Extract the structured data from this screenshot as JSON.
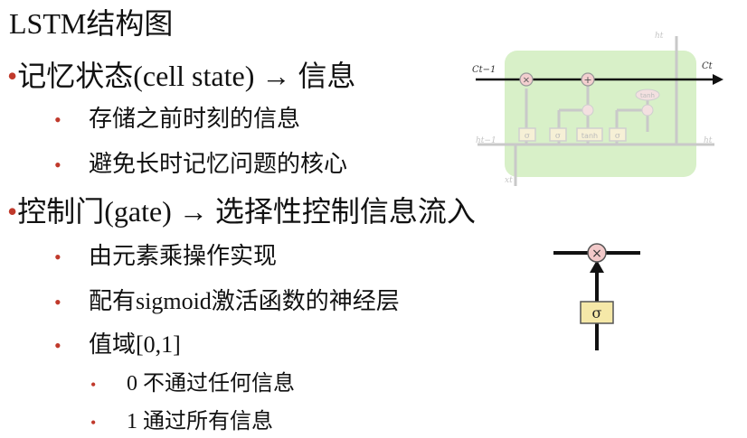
{
  "title": "LSTM结构图",
  "items": [
    {
      "level": 1,
      "bullet": "•",
      "text": "记忆状态(cell state) → 信息"
    },
    {
      "level": 2,
      "bullet": "•",
      "text": "存储之前时刻的信息"
    },
    {
      "level": 2,
      "bullet": "•",
      "text": "避免长时记忆问题的核心"
    },
    {
      "level": 1,
      "bullet": "•",
      "text": "控制门(gate) → 选择性控制信息流入"
    },
    {
      "level": 2,
      "bullet": "•",
      "text": "由元素乘操作实现"
    },
    {
      "level": 2,
      "bullet": "•",
      "text": "配有sigmoid激活函数的神经层"
    },
    {
      "level": 2,
      "bullet": "•",
      "text": "值域[0,1]"
    },
    {
      "level": 3,
      "bullet": "•",
      "text": "0 不通过任何信息"
    },
    {
      "level": 3,
      "bullet": "•",
      "text": "1 通过所有信息"
    }
  ],
  "lstm_diagram": {
    "labels": {
      "c_prev": "Ct−1",
      "c_next": "Ct",
      "h_prev": "ht−1",
      "h_next": "ht",
      "h_top": "ht",
      "x": "xt"
    },
    "ops": [
      "×",
      "+",
      "×",
      "×",
      "tanh"
    ],
    "gates": [
      "σ",
      "σ",
      "tanh",
      "σ"
    ],
    "colors": {
      "cell_bg": "#d8f0c8",
      "op_fill": "#f3cfcf",
      "line": "#111111"
    }
  },
  "gate_diagram": {
    "op": "×",
    "gate": "σ",
    "colors": {
      "op_fill": "#f2c9c9",
      "gate_fill": "#f5e8a8",
      "line": "#111111"
    }
  }
}
